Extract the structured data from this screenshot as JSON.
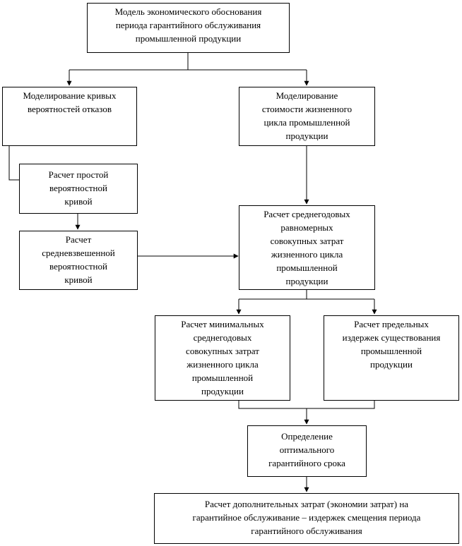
{
  "nodes": {
    "model": "Модель экономического обоснования\nпериода гарантийного обслуживания\nпромышленной продукции",
    "failure_curves": "Моделирование кривых\nвероятностей отказов",
    "lifecycle_cost": "Моделирование\nстоимости жизненного\nцикла промышленной\nпродукции",
    "simple_curve": "Расчет простой\nвероятностной\nкривой",
    "weighted_curve": "Расчет\nсредневзвешенной\nвероятностной\nкривой",
    "avg_annual_costs": "Расчет среднегодовых\nравномерных\nсовокупных затрат\nжизненного цикла\nпромышленной\nпродукции",
    "min_costs": "Расчет минимальных\nсреднегодовых\nсовокупных затрат\nжизненного цикла\nпромышленной\nпродукции",
    "marginal_costs": "Расчет предельных\nиздержек существования\nпромышленной\nпродукции",
    "optimal_term": "Определение\nоптимального\nгарантийного срока",
    "additional_costs": "Расчет дополнительных затрат (экономии затрат) на\nгарантийное обслуживание – издержек смещения периода\nгарантийного обслуживания"
  }
}
